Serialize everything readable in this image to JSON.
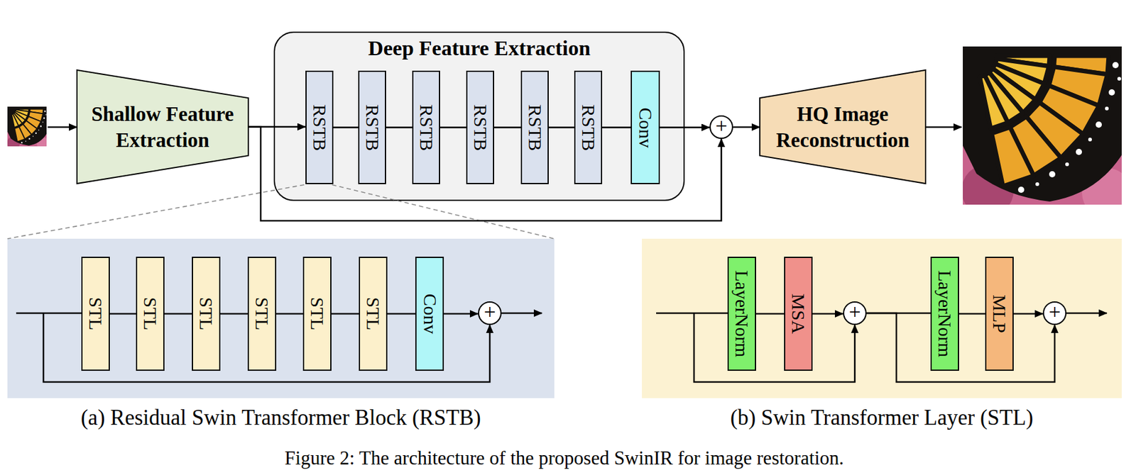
{
  "diagram": {
    "caption": "Figure 2: The architecture of the proposed SwinIR for image restoration.",
    "nodes": [
      {
        "text": [
          "Shallow Feature Extraction"
        ]
      },
      {
        "text": [
          "Deep Feature Extraction"
        ]
      },
      {
        "text": [
          "RSTB"
        ],
        "in": 1
      },
      {
        "text": [
          "RSTB"
        ],
        "in": 1
      },
      {
        "text": [
          "RSTB"
        ],
        "in": 1
      },
      {
        "text": [
          "RSTB"
        ],
        "in": 1
      },
      {
        "text": [
          "RSTB"
        ],
        "in": 1
      },
      {
        "text": [
          "RSTB"
        ],
        "in": 1
      },
      {
        "text": [
          "Conv"
        ],
        "in": 1
      },
      {
        "text": [
          "+"
        ]
      },
      {
        "text": [
          "HQ Image Reconstruction"
        ]
      },
      {
        "text": [
          "(a) Residual Swin Transformer Block (RSTB)"
        ]
      },
      {
        "text": [
          "STL"
        ],
        "in": 11
      },
      {
        "text": [
          "STL"
        ],
        "in": 11
      },
      {
        "text": [
          "STL"
        ],
        "in": 11
      },
      {
        "text": [
          "STL"
        ],
        "in": 11
      },
      {
        "text": [
          "STL"
        ],
        "in": 11
      },
      {
        "text": [
          "STL"
        ],
        "in": 11
      },
      {
        "text": [
          "Conv"
        ],
        "in": 11
      },
      {
        "text": [
          "+"
        ],
        "in": 11
      },
      {
        "text": [
          "(b) Swin Transformer Layer (STL)"
        ]
      },
      {
        "text": [
          "LayerNorm"
        ],
        "in": 20
      },
      {
        "text": [
          "MSA"
        ],
        "in": 20
      },
      {
        "text": [
          "+"
        ],
        "in": 20
      },
      {
        "text": [
          "LayerNorm"
        ],
        "in": 20
      },
      {
        "text": [
          "MLP"
        ],
        "in": 20
      },
      {
        "text": [
          "+"
        ],
        "in": 20
      }
    ],
    "edges": [
      {
        "from": 0,
        "to": 2,
        "arrow": "to"
      },
      {
        "from": 2,
        "to": 3,
        "arrow": "none"
      },
      {
        "from": 3,
        "to": 4,
        "arrow": "none"
      },
      {
        "from": 4,
        "to": 5,
        "arrow": "none"
      },
      {
        "from": 5,
        "to": 6,
        "arrow": "none"
      },
      {
        "from": 6,
        "to": 7,
        "arrow": "none"
      },
      {
        "from": 7,
        "to": 8,
        "arrow": "none"
      },
      {
        "from": 8,
        "to": 9,
        "arrow": "to"
      },
      {
        "from": 0,
        "to": 9,
        "arrow": "to"
      },
      {
        "from": 9,
        "to": 10,
        "arrow": "to"
      },
      {
        "from": 12,
        "to": 13,
        "arrow": "none"
      },
      {
        "from": 13,
        "to": 14,
        "arrow": "none"
      },
      {
        "from": 14,
        "to": 15,
        "arrow": "none"
      },
      {
        "from": 15,
        "to": 16,
        "arrow": "none"
      },
      {
        "from": 16,
        "to": 17,
        "arrow": "none"
      },
      {
        "from": 17,
        "to": 18,
        "arrow": "none"
      },
      {
        "from": 18,
        "to": 19,
        "arrow": "to"
      },
      {
        "from": 21,
        "to": 22,
        "arrow": "none"
      },
      {
        "from": 22,
        "to": 23,
        "arrow": "to"
      },
      {
        "from": 23,
        "to": 24,
        "arrow": "none"
      },
      {
        "from": 24,
        "to": 25,
        "arrow": "none"
      },
      {
        "from": 25,
        "to": 26,
        "arrow": "to"
      },
      {
        "from": 23,
        "to": 26,
        "arrow": "to"
      }
    ]
  }
}
